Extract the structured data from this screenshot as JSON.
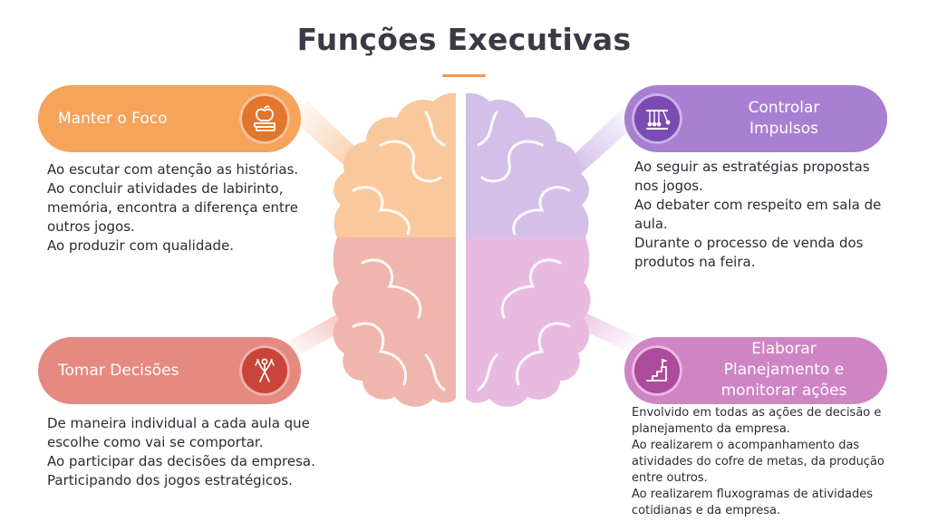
{
  "title": "Funções Executivas",
  "colors": {
    "orange": "#f6a35b",
    "purple": "#a97fd2",
    "salmon": "#e48a80",
    "pink": "#cf84c4",
    "title": "#3a3a46",
    "accent": "#f2994a"
  },
  "sections": {
    "foco": {
      "label": "Manter o Foco",
      "icon": "apple-on-books-icon",
      "lines": [
        "Ao escutar com atenção as histórias.",
        "Ao concluir atividades de labirinto,",
        "memória, encontra a diferença entre",
        "outros jogos.",
        "Ao produzir com qualidade."
      ]
    },
    "impulsos": {
      "label_line1": "Controlar",
      "label_line2": "Impulsos",
      "icon": "newtons-cradle-icon",
      "lines": [
        "Ao seguir as estratégias propostas",
        "nos jogos.",
        "Ao debater com respeito em sala de",
        "aula.",
        "Durante o processo de venda dos",
        "produtos na feira."
      ]
    },
    "decisoes": {
      "label": "Tomar Decisões",
      "icon": "person-at-crossroads-icon",
      "lines": [
        "De maneira individual a cada aula que",
        "escolhe como vai se comportar.",
        "Ao participar das decisões da empresa.",
        "Participando dos jogos estratégicos."
      ]
    },
    "planejamento": {
      "label_line1": "Elaborar",
      "label_line2": "Planejamento e",
      "label_line3": "monitorar ações",
      "icon": "stairs-flag-icon",
      "lines": [
        "Envolvido em todas as ações de decisão e",
        "planejamento da empresa.",
        "Ao realizarem o acompanhamento das",
        "atividades do cofre de metas, da produção",
        "entre outros.",
        "Ao realizarem fluxogramas de atividades",
        "cotidianas e da empresa."
      ]
    }
  }
}
